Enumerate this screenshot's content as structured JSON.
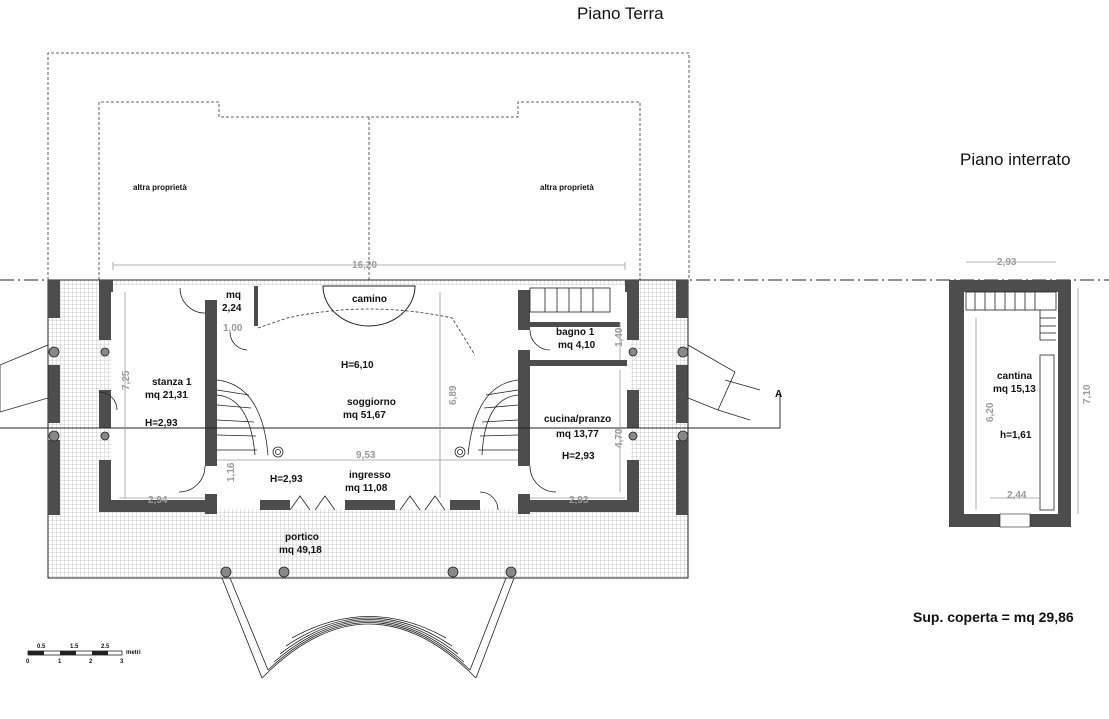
{
  "titles": {
    "ground_floor": "Piano Terra",
    "basement": "Piano interrato"
  },
  "ground_floor": {
    "neighbors": [
      "altra proprietà",
      "altra proprietà"
    ],
    "rooms": {
      "stanza": {
        "name": "stanza 1",
        "area": "mq 21,31",
        "height": "H=2,93"
      },
      "wc": {
        "name": "mq",
        "area": "2,24"
      },
      "camino": "camino",
      "soggiorno": {
        "height": "H=6,10",
        "name": "soggiorno",
        "area": "mq 51,67"
      },
      "bagno": {
        "name": "bagno 1",
        "area": "mq 4,10"
      },
      "cucina": {
        "name": "cucina/pranzo",
        "area": "mq 13,77",
        "height": "H=2,93"
      },
      "ingresso": {
        "height": "H=2,93",
        "name": "ingresso",
        "area": "mq 11,08"
      },
      "portico": {
        "name": "portico",
        "area": "mq 49,18"
      }
    },
    "dims": {
      "total_width": "16,20",
      "d100": "1,00",
      "d725": "7,25",
      "d689": "6,89",
      "d140": "1,40",
      "d470": "4,70",
      "d953": "9,53",
      "d116": "1,16",
      "d294": "2,94",
      "d293": "2,93",
      "section": "A"
    }
  },
  "basement": {
    "room": {
      "name": "cantina",
      "area": "mq 15,13",
      "height": "h=1,61"
    },
    "dims": {
      "top": "2,93",
      "left": "6,20",
      "right": "7,10",
      "bottom": "2,44"
    }
  },
  "scale": {
    "ticks_top": [
      "0.5",
      "1.5",
      "2.5"
    ],
    "ticks_bottom": [
      "0",
      "1",
      "2",
      "3"
    ],
    "unit": "metri"
  },
  "surface": "Sup. coperta = mq 29,86",
  "colors": {
    "wall": "#4d4d4d",
    "hatch": "#bdbdbd",
    "dim": "#9a9a9a",
    "line": "#111111"
  }
}
